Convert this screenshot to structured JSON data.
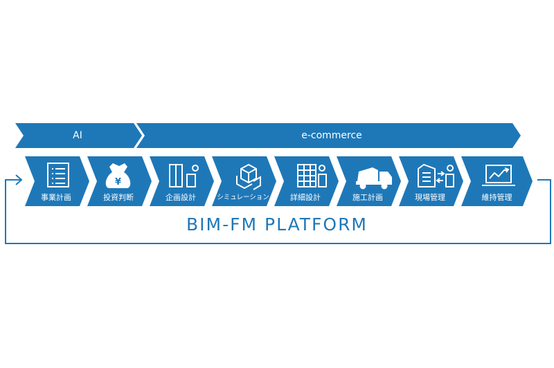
{
  "colors": {
    "primary": "#1e78b8",
    "background": "#ffffff",
    "icon": "#ffffff"
  },
  "bands": [
    {
      "label": "AI"
    },
    {
      "label": "e-commerce"
    }
  ],
  "steps": [
    {
      "label": "事業計画",
      "icon": "document-list-icon"
    },
    {
      "label": "投資判断",
      "icon": "money-bag-yen-icon"
    },
    {
      "label": "企画設計",
      "icon": "building-plan-icon"
    },
    {
      "label": "シミュレーション",
      "icon": "3d-box-simulation-icon"
    },
    {
      "label": "詳細設計",
      "icon": "building-detail-icon"
    },
    {
      "label": "施工計画",
      "icon": "mixer-truck-icon"
    },
    {
      "label": "現場管理",
      "icon": "site-management-icon"
    },
    {
      "label": "維持管理",
      "icon": "laptop-chart-icon"
    }
  ],
  "platform_label": "BIM-FM PLATFORM"
}
